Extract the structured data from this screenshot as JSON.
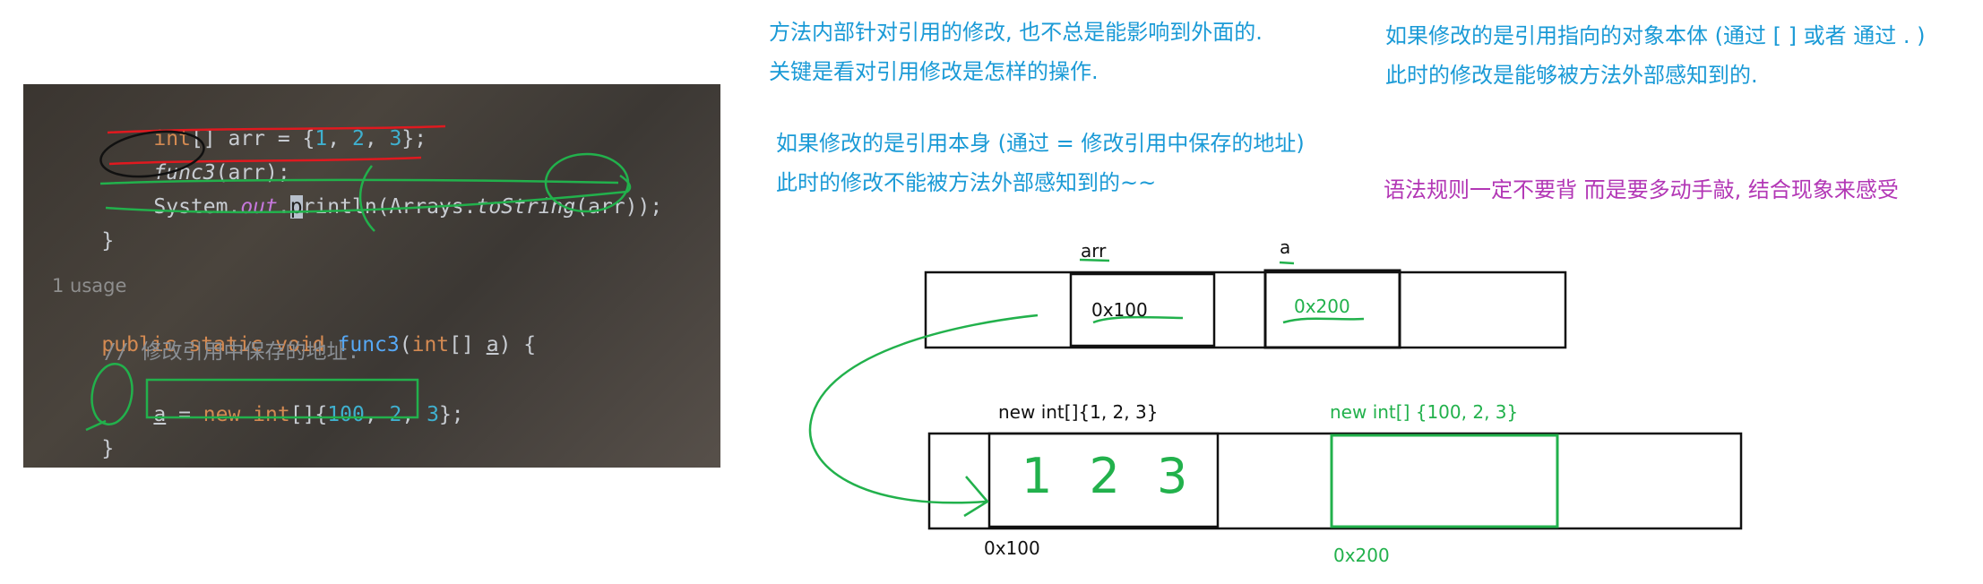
{
  "code": {
    "line1": {
      "type": "int",
      "rest_a": "[] arr = {",
      "n1": "1",
      "sep1": ", ",
      "n2": "2",
      "sep2": ", ",
      "n3": "3",
      "end": "};"
    },
    "line2": {
      "fn": "func3",
      "rest": "(arr);"
    },
    "line3": {
      "cls": "System.",
      "field": "out",
      "dot": ".",
      "caret": "p",
      "method": "rintln(Arrays.",
      "tostring": "toString",
      "args": "(arr));"
    },
    "line4": "}",
    "usage": "1 usage",
    "line6": {
      "mods": "public static void ",
      "fn": "func3",
      "open": "(",
      "type": "int",
      "arr": "[] ",
      "param": "a",
      "close": ") {"
    },
    "line7": "// 修改引用中保存的地址.",
    "line8": {
      "param": "a",
      "eq": " = ",
      "kw": "new int",
      "br": "[]{",
      "n1": "100",
      "sep1": ", ",
      "n2": "2",
      "sep2": ", ",
      "n3": "3",
      "end": "};"
    },
    "line9": "}"
  },
  "notes": {
    "top_left_1": "方法内部针对引用的修改, 也不总是能影响到外面的.",
    "top_left_2": "关键是看对引用修改是怎样的操作.",
    "top_right_1": "如果修改的是引用指向的对象本体 (通过 [ ] 或者 通过 . )",
    "top_right_2": "此时的修改是能够被方法外部感知到的.",
    "mid_1": "如果修改的是引用本身 (通过 = 修改引用中保存的地址)",
    "mid_2": "此时的修改不能被方法外部感知到的~~",
    "purple": "语法规则一定不要背   而是要多动手敲, 结合现象来感受"
  },
  "stack": {
    "arr_label": "arr",
    "a_label": "a",
    "arr_value": "0x100",
    "a_value": "0x200"
  },
  "heap": {
    "obj1_label": "new int[]{1, 2, 3}",
    "obj2_label": "new int[] {100, 2, 3}",
    "obj1_contents": "1 2 3",
    "obj1_addr": "0x100",
    "obj2_addr": "0x200"
  },
  "colors": {
    "note_blue": "#1a9ad6",
    "note_purple": "#b236b5",
    "pen_green": "#22b14c",
    "pen_red": "#e0191f"
  }
}
